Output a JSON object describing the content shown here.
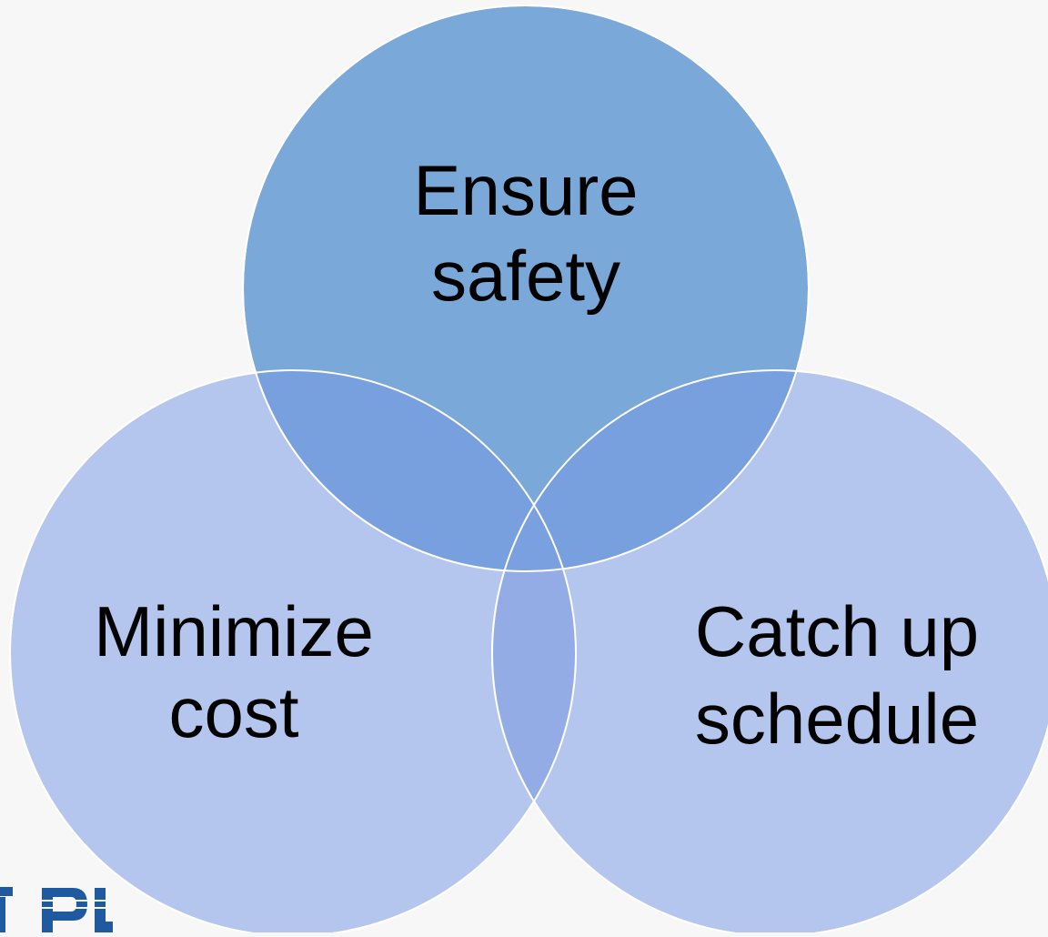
{
  "diagram": {
    "type": "venn",
    "circles": [
      {
        "id": "top",
        "lines": [
          "Ensure",
          "safety"
        ],
        "color": "#7aa8d8"
      },
      {
        "id": "left",
        "lines": [
          "Minimize",
          "cost"
        ],
        "color": "#b4c6ee"
      },
      {
        "id": "right",
        "lines": [
          "Catch up",
          "schedule"
        ],
        "color": "#b4c6ee"
      }
    ]
  },
  "logo": {
    "text": "PPL",
    "color": "#1f5aa0"
  }
}
